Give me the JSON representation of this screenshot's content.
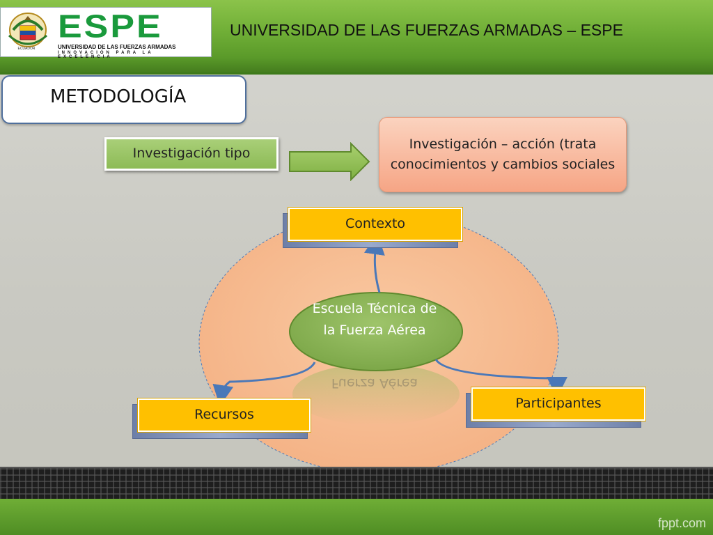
{
  "header": {
    "logo": {
      "word": "ESPE",
      "line1": "UNIVERSIDAD DE LAS FUERZAS ARMADAS",
      "line2": "INNOVACIÓN PARA LA EXCELENCIA",
      "crest_caption": "ECUADOR"
    },
    "university_title": "UNIVERSIDAD DE LAS FUERZAS ARMADAS – ESPE"
  },
  "slide": {
    "title": "METODOLOGÍA",
    "research_type_label": "Investigación  tipo",
    "research_action_label": "Investigación – acción (trata conocimientos y cambios sociales",
    "context_label": "Contexto",
    "center_label": "Escuela Técnica de la Fuerza Aérea",
    "center_reflection": "Fuerza Aérea",
    "resources_label": "Recursos",
    "participants_label": "Participantes"
  },
  "footer": {
    "watermark": "fppt.com"
  },
  "colors": {
    "header_green": "#6fae36",
    "logo_green": "#1a9a3c",
    "tipo_green": "#9bc566",
    "accion_peach": "#f8b89c",
    "circle_peach": "#f7be93",
    "yellow": "#ffc000",
    "ellipse_green": "#8fb85a",
    "connector_blue": "#4a78b8"
  }
}
